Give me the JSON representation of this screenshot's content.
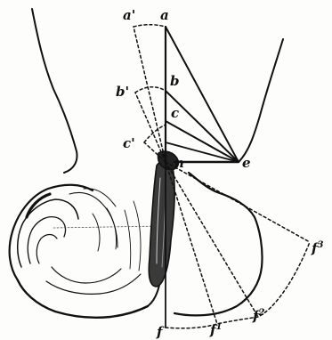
{
  "figure": {
    "labels": {
      "a": "a",
      "a_prime": "a'",
      "b": "b",
      "b_prime": "b'",
      "c": "c",
      "c_prime": "c'",
      "n": "n",
      "e": "e",
      "f": "f",
      "f_base": "f",
      "f1_sup": "1",
      "f2_sup": "2",
      "f3_sup": "3"
    },
    "colors": {
      "ink": "#111111",
      "paper": "#fdfdfc"
    }
  }
}
